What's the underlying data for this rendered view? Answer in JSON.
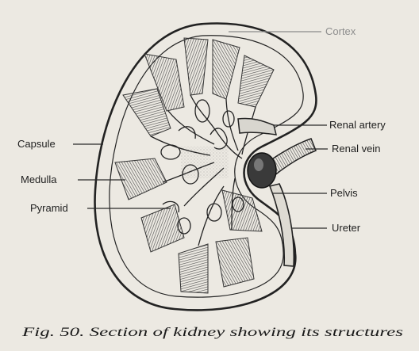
{
  "labels": {
    "cortex": "Cortex",
    "renal_artery": "Renal artery",
    "renal_vein": "Renal vein",
    "capsule": "Capsule",
    "medulla": "Medulla",
    "pyramid": "Pyramid",
    "pelvis": "Pelvis",
    "ureter": "Ureter"
  },
  "caption": "Fig. 50.  Section of kidney showing its structures"
}
